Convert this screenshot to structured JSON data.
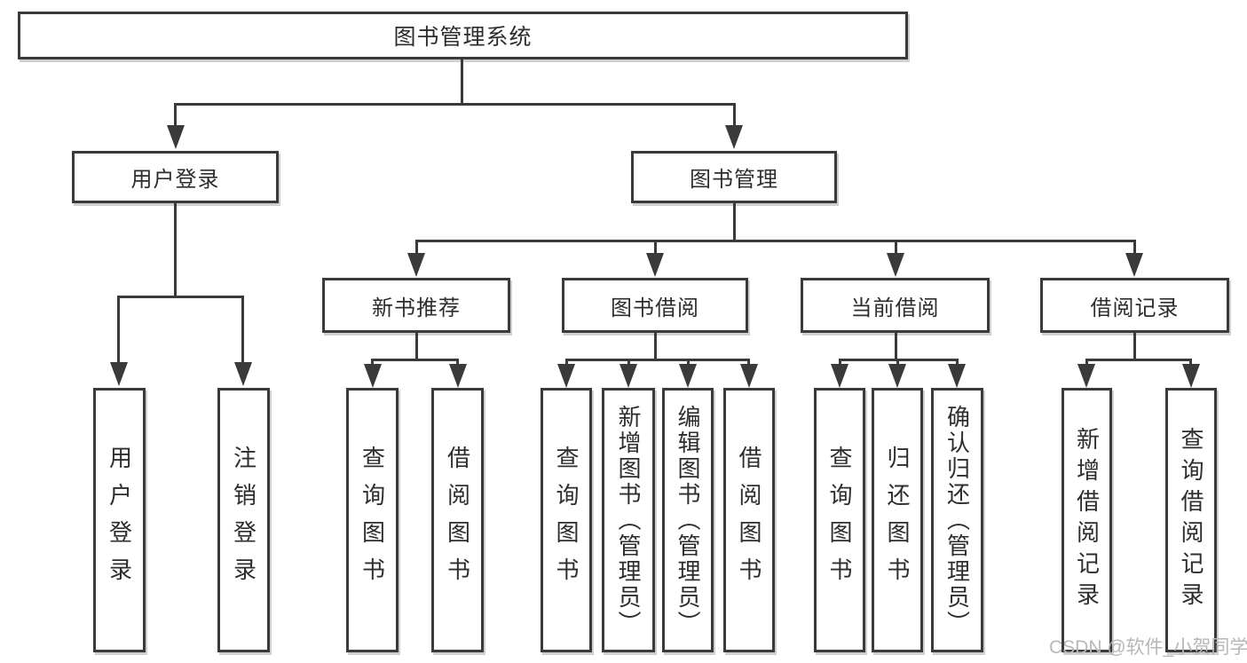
{
  "diagram": {
    "title": "图书管理系统",
    "watermark": "CSDN @软件_小贺同学",
    "level2": {
      "user_login": "用户登录",
      "book_mgmt": "图书管理"
    },
    "level3": {
      "new_book": "新书推荐",
      "book_borrow": "图书借阅",
      "current_borrow": "当前借阅",
      "borrow_record": "借阅记录"
    },
    "leaves": {
      "user_login_1": "用户登录",
      "user_login_2": "注销登录",
      "new_book_1": "查询图书",
      "new_book_2": "借阅图书",
      "book_borrow_1": "查询图书",
      "book_borrow_2": "新增图书（管理员）",
      "book_borrow_3": "编辑图书（管理员）",
      "book_borrow_4": "借阅图书",
      "current_borrow_1": "查询图书",
      "current_borrow_2": "归还图书",
      "current_borrow_3": "确认归还（管理员）",
      "borrow_record_1": "新增借阅记录",
      "borrow_record_2": "查询借阅记录"
    }
  }
}
